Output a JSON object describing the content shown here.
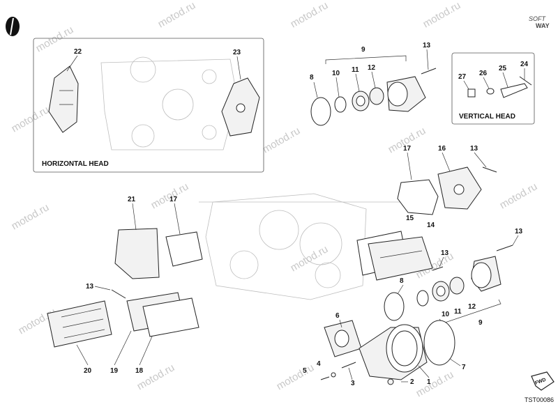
{
  "brand": {
    "line1": "SOFT",
    "line2": "WAY"
  },
  "watermark": "motod.ru",
  "code": "TST00086",
  "fwd_label": "FWD",
  "insets": {
    "horizontal": "HORIZONTAL HEAD",
    "vertical": "VERTICAL HEAD"
  },
  "callouts": {
    "c1": "1",
    "c2": "2",
    "c3": "3",
    "c4": "4",
    "c5": "5",
    "c6": "6",
    "c7": "7",
    "c8a": "8",
    "c8b": "8",
    "c9a": "9",
    "c9b": "9",
    "c10a": "10",
    "c10b": "10",
    "c11a": "11",
    "c11b": "11",
    "c12a": "12",
    "c12b": "12",
    "c13a": "13",
    "c13b": "13",
    "c13c": "13",
    "c13d": "13",
    "c13e": "13",
    "c14": "14",
    "c15": "15",
    "c16": "16",
    "c17a": "17",
    "c17b": "17",
    "c18": "18",
    "c19": "19",
    "c20": "20",
    "c21": "21",
    "c22": "22",
    "c23": "23",
    "c24": "24",
    "c25": "25",
    "c26": "26",
    "c27": "27"
  }
}
